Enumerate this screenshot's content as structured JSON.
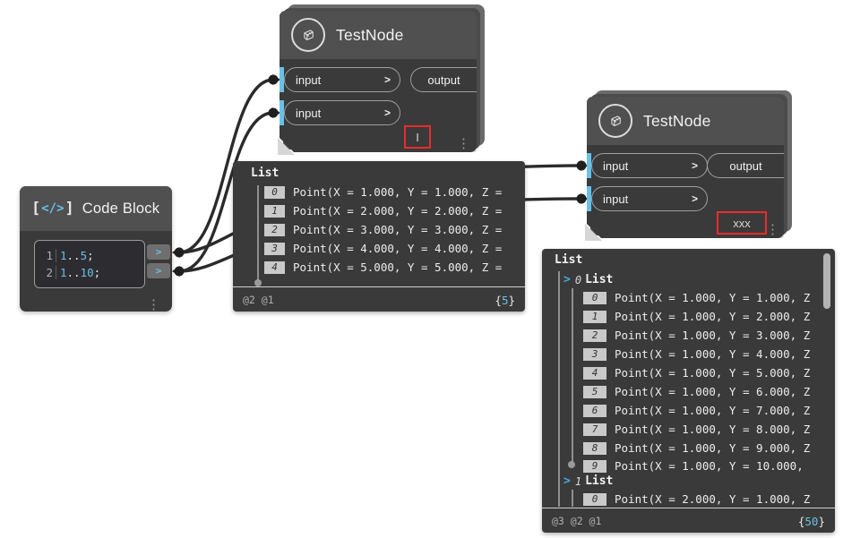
{
  "colors": {
    "node_body": "#3a3a3a",
    "node_header": "#505050",
    "accent_blue": "#6AC0E7",
    "alert_red": "#ea2c2c",
    "wire": "#2b2b2b"
  },
  "icons": {
    "kebab": "⋮",
    "port_chevron": ">",
    "expand_chevron": ">",
    "code_bracket_open": "[",
    "code_glyph": "</>",
    "code_bracket_close": "]"
  },
  "nodes": {
    "test_node_1": {
      "title": "TestNode",
      "inputs": [
        "input",
        "input"
      ],
      "output": "output",
      "lacing": "I"
    },
    "test_node_2": {
      "title": "TestNode",
      "inputs": [
        "input",
        "input"
      ],
      "output": "output",
      "lacing": "xxx"
    },
    "code_block": {
      "title": "Code Block",
      "lines": [
        {
          "number": "1",
          "n1": "1",
          "dots": "..",
          "n2": "5",
          "semi": ";"
        },
        {
          "number": "2",
          "n1": "1",
          "dots": "..",
          "n2": "10",
          "semi": ";"
        }
      ],
      "ports": [
        ">",
        ">"
      ]
    }
  },
  "previews": {
    "small": {
      "root": "List",
      "rows": [
        {
          "i": "0",
          "t": "Point(X = 1.000, Y = 1.000, Z ="
        },
        {
          "i": "1",
          "t": "Point(X = 2.000, Y = 2.000, Z ="
        },
        {
          "i": "2",
          "t": "Point(X = 3.000, Y = 3.000, Z ="
        },
        {
          "i": "3",
          "t": "Point(X = 4.000, Y = 4.000, Z ="
        },
        {
          "i": "4",
          "t": "Point(X = 5.000, Y = 5.000, Z ="
        }
      ],
      "levels": "@2 @1",
      "brace_l": "{",
      "count": "5",
      "brace_r": "}"
    },
    "large": {
      "root": "List",
      "g0_index": "0",
      "g0_label": "List",
      "g0_rows": [
        {
          "i": "0",
          "t": "Point(X = 1.000, Y = 1.000, Z"
        },
        {
          "i": "1",
          "t": "Point(X = 1.000, Y = 2.000, Z"
        },
        {
          "i": "2",
          "t": "Point(X = 1.000, Y = 3.000, Z"
        },
        {
          "i": "3",
          "t": "Point(X = 1.000, Y = 4.000, Z"
        },
        {
          "i": "4",
          "t": "Point(X = 1.000, Y = 5.000, Z"
        },
        {
          "i": "5",
          "t": "Point(X = 1.000, Y = 6.000, Z"
        },
        {
          "i": "6",
          "t": "Point(X = 1.000, Y = 7.000, Z"
        },
        {
          "i": "7",
          "t": "Point(X = 1.000, Y = 8.000, Z"
        },
        {
          "i": "8",
          "t": "Point(X = 1.000, Y = 9.000, Z"
        },
        {
          "i": "9",
          "t": "Point(X = 1.000, Y = 10.000,"
        }
      ],
      "g1_index": "1",
      "g1_label": "List",
      "g1_rows": [
        {
          "i": "0",
          "t": "Point(X = 2.000, Y = 1.000, Z"
        }
      ],
      "levels": "@3 @2 @1",
      "brace_l": "{",
      "count": "50",
      "brace_r": "}"
    }
  }
}
